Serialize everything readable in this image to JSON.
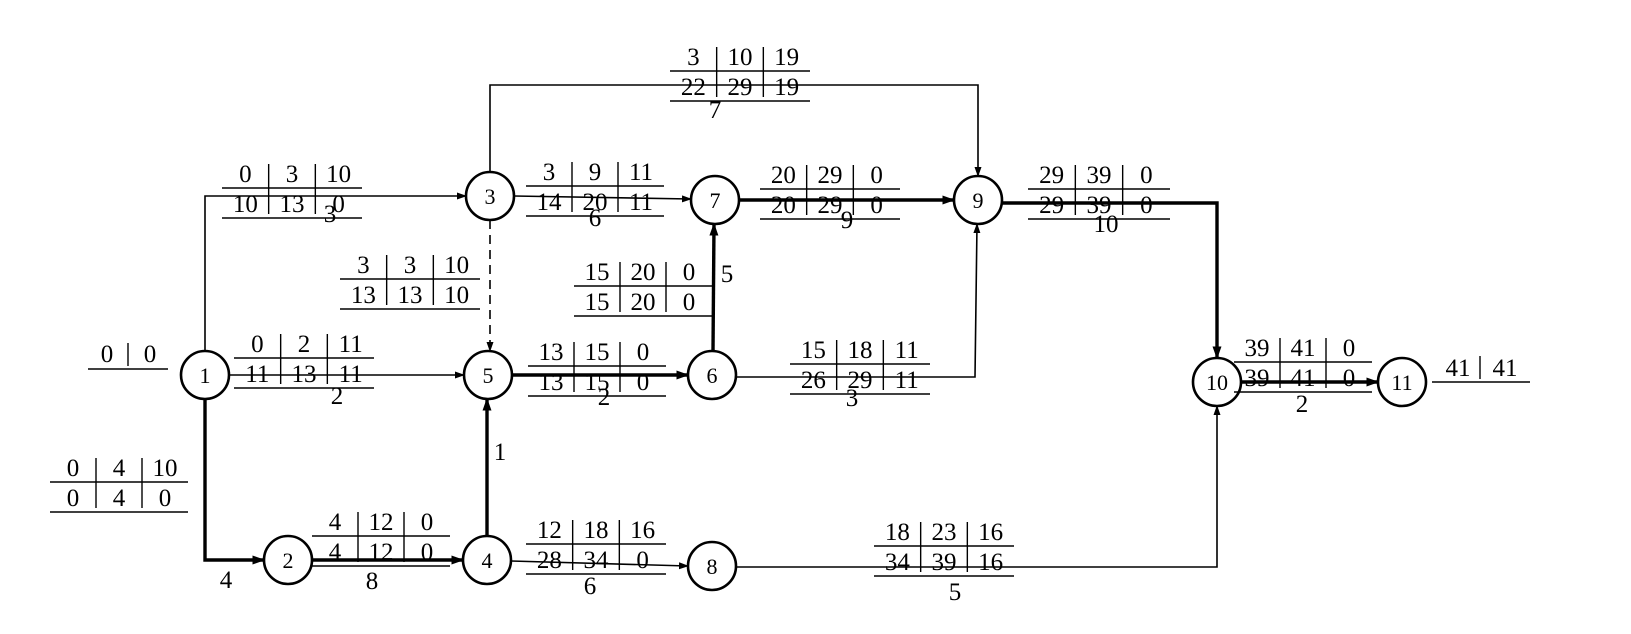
{
  "diagram": {
    "nodes": [
      {
        "id": "1",
        "label": "1"
      },
      {
        "id": "2",
        "label": "2"
      },
      {
        "id": "3",
        "label": "3"
      },
      {
        "id": "4",
        "label": "4"
      },
      {
        "id": "5",
        "label": "5"
      },
      {
        "id": "6",
        "label": "6"
      },
      {
        "id": "7",
        "label": "7"
      },
      {
        "id": "8",
        "label": "8"
      },
      {
        "id": "9",
        "label": "9"
      },
      {
        "id": "10",
        "label": "10"
      },
      {
        "id": "11",
        "label": "11"
      }
    ],
    "activities": [
      {
        "from": "1",
        "to": "2",
        "duration": "4",
        "critical": true,
        "top": [
          "0",
          "4",
          "10"
        ],
        "bottom": [
          "0",
          "4",
          "0"
        ]
      },
      {
        "from": "1",
        "to": "3",
        "duration": "3",
        "critical": false,
        "top": [
          "0",
          "3",
          "10"
        ],
        "bottom": [
          "10",
          "13",
          "0"
        ]
      },
      {
        "from": "1",
        "to": "5",
        "duration": "2",
        "critical": false,
        "top": [
          "0",
          "2",
          "11"
        ],
        "bottom": [
          "11",
          "13",
          "11"
        ]
      },
      {
        "from": "2",
        "to": "4",
        "duration": "8",
        "critical": true,
        "top": [
          "4",
          "12",
          "0"
        ],
        "bottom": [
          "4",
          "12",
          "0"
        ]
      },
      {
        "from": "3",
        "to": "5",
        "duration": "",
        "critical": false,
        "dummy": true,
        "top": [
          "3",
          "3",
          "10"
        ],
        "bottom": [
          "13",
          "13",
          "10"
        ]
      },
      {
        "from": "3",
        "to": "7",
        "duration": "6",
        "critical": false,
        "top": [
          "3",
          "9",
          "11"
        ],
        "bottom": [
          "14",
          "20",
          "11"
        ]
      },
      {
        "from": "3",
        "to": "9",
        "duration": "7",
        "critical": false,
        "top": [
          "3",
          "10",
          "19"
        ],
        "bottom": [
          "22",
          "29",
          "19"
        ]
      },
      {
        "from": "4",
        "to": "5",
        "duration": "1",
        "critical": true,
        "top": [],
        "bottom": []
      },
      {
        "from": "4",
        "to": "8",
        "duration": "6",
        "critical": false,
        "top": [
          "12",
          "18",
          "16"
        ],
        "bottom": [
          "28",
          "34",
          "0"
        ]
      },
      {
        "from": "5",
        "to": "6",
        "duration": "2",
        "critical": true,
        "top": [
          "13",
          "15",
          "0"
        ],
        "bottom": [
          "13",
          "15",
          "0"
        ]
      },
      {
        "from": "6",
        "to": "7",
        "duration": "5",
        "critical": true,
        "top": [
          "15",
          "20",
          "0"
        ],
        "bottom": [
          "15",
          "20",
          "0"
        ]
      },
      {
        "from": "6",
        "to": "9",
        "duration": "3",
        "critical": false,
        "top": [
          "15",
          "18",
          "11"
        ],
        "bottom": [
          "26",
          "29",
          "11"
        ]
      },
      {
        "from": "7",
        "to": "9",
        "duration": "9",
        "critical": true,
        "top": [
          "20",
          "29",
          "0"
        ],
        "bottom": [
          "20",
          "29",
          "0"
        ]
      },
      {
        "from": "8",
        "to": "10",
        "duration": "5",
        "critical": false,
        "top": [
          "18",
          "23",
          "16"
        ],
        "bottom": [
          "34",
          "39",
          "16"
        ]
      },
      {
        "from": "9",
        "to": "10",
        "duration": "10",
        "critical": true,
        "top": [
          "29",
          "39",
          "0"
        ],
        "bottom": [
          "29",
          "39",
          "0"
        ]
      },
      {
        "from": "10",
        "to": "11",
        "duration": "2",
        "critical": true,
        "top": [
          "39",
          "41",
          "0"
        ],
        "bottom": [
          "39",
          "41",
          "0"
        ]
      }
    ],
    "start_label": [
      "0",
      "0"
    ],
    "end_label": [
      "41",
      "41"
    ]
  }
}
